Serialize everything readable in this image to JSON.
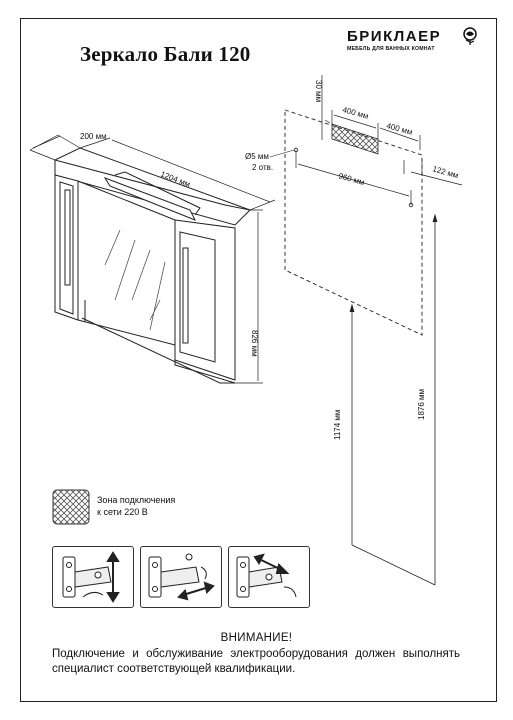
{
  "title": "Зеркало Бали 120",
  "brand": {
    "name": "БРИКЛАЕР",
    "tagline": "МЕБЕЛЬ ДЛЯ ВАННЫХ КОМНАТ",
    "icon": "rose-icon"
  },
  "dimensions": {
    "depth": "200 мм",
    "width": "1204 мм",
    "height": "826 мм",
    "top_offset": "30 мм",
    "zone_width": "400 мм",
    "zone_right": "400 мм",
    "hole_diameter": "Ø5 мм",
    "hole_count": "2 отв.",
    "hole_spacing": "960 мм",
    "right_offset": "122 мм",
    "floor_to_zone": "1174 мм",
    "floor_to_holes": "1876 мм"
  },
  "legend": {
    "line1": "Зона подключения",
    "line2": "к сети 220 В"
  },
  "warning": {
    "title": "ВНИМАНИЕ!",
    "body": "Подключение и обслуживание электрооборудования должен выполнять специалист соответствующей квалификации."
  },
  "colors": {
    "line": "#222222",
    "hatch": "#555555"
  }
}
